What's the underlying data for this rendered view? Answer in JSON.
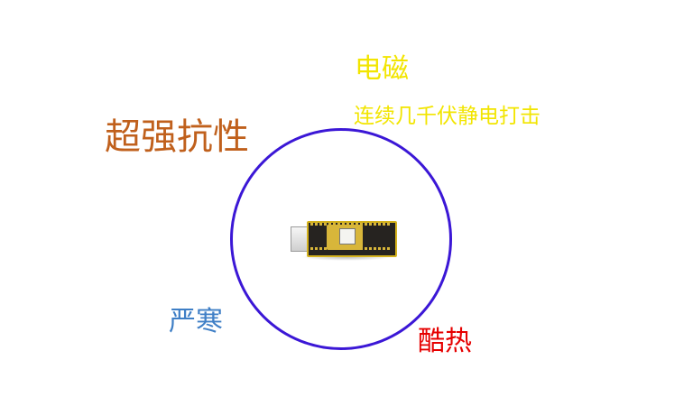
{
  "labels": {
    "electromagnetic_title": "电磁",
    "electromagnetic_desc": "连续几千伏静电打击",
    "strong_resistance": "超强抗性",
    "severe_cold": "严寒",
    "intense_heat": "酷热"
  },
  "colors": {
    "yellow": "#f2e500",
    "orange": "#c0601c",
    "blue": "#3f7fc6",
    "red": "#e60000",
    "circle": "#3b17d6"
  }
}
